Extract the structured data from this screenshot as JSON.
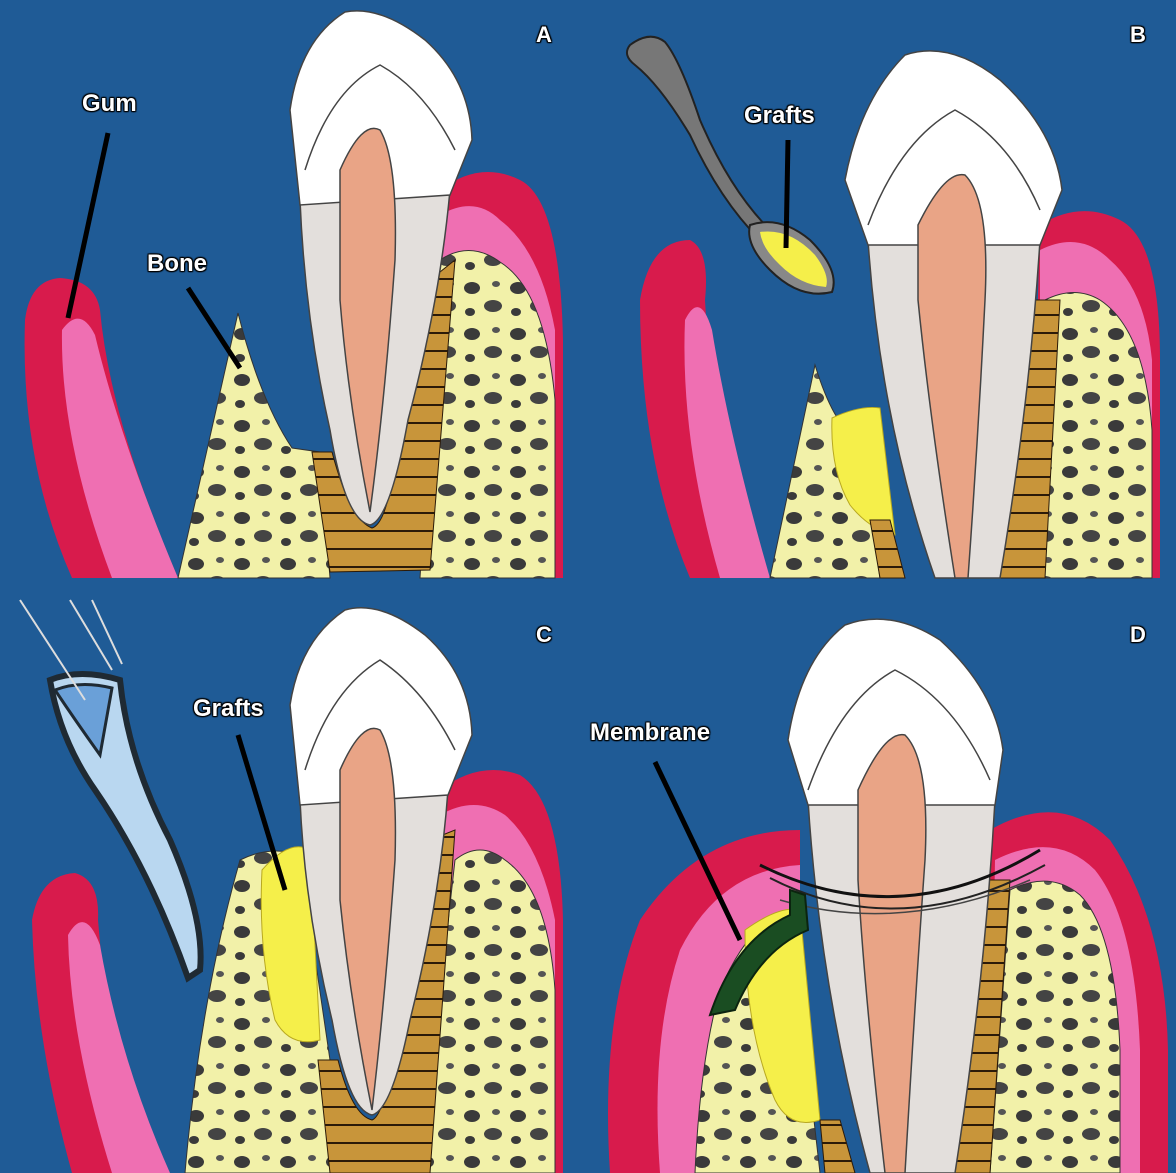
{
  "panels": [
    {
      "letter": "A",
      "labels": [
        "Gum",
        "Bone"
      ]
    },
    {
      "letter": "B",
      "labels": [
        "Grafts"
      ]
    },
    {
      "letter": "C",
      "labels": [
        "Grafts"
      ]
    },
    {
      "letter": "D",
      "labels": [
        "Membrane"
      ]
    }
  ],
  "colors": {
    "background": "#1f5b96",
    "gum_outer": "#d81b4c",
    "gum_inner": "#ef6fb2",
    "bone": "#f2f1a9",
    "marrow": "#3a3a3a",
    "enamel": "#ffffff",
    "dentin": "#e3dfdc",
    "pulp": "#e9a486",
    "ligament": "#c8953a",
    "graft": "#f5ef4a",
    "membrane": "#1a4d22"
  }
}
